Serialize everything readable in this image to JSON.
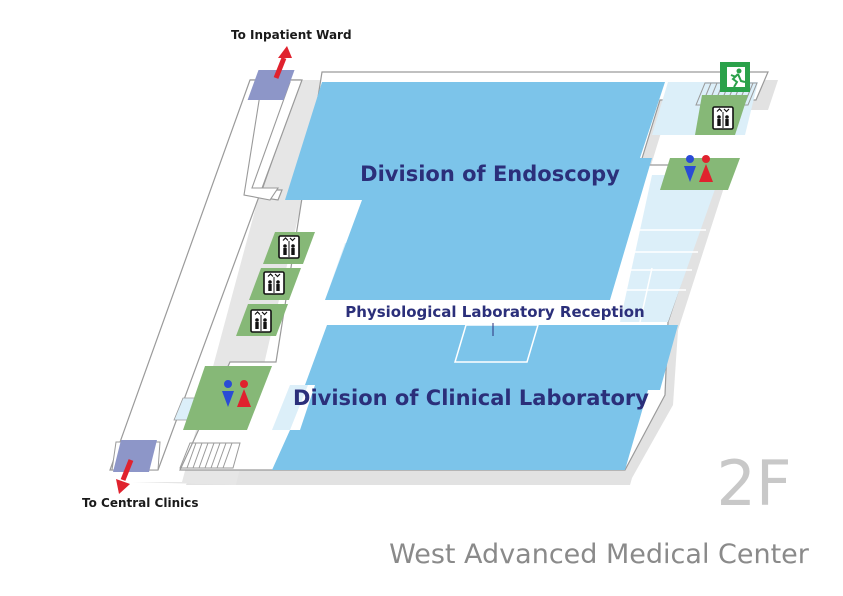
{
  "map": {
    "floor": "2F",
    "building": "West Advanced Medical Center",
    "directions": {
      "to_inpatient": "To Inpatient Ward",
      "to_central": "To Central Clinics"
    },
    "areas": {
      "endoscopy": "Division of Endoscopy",
      "reception": "Physiological Laboratory Reception",
      "clinical_lab": "Division of Clinical Laboratory"
    },
    "colors": {
      "department": "#7cc4ea",
      "light_area": "#dceff9",
      "facility_green": "#86b877",
      "connector": "#8d96c8",
      "arrow": "#e0222e",
      "label_navy": "#2b2f7a",
      "exit_green": "#2aa14a",
      "male": "#2a4bd6",
      "female": "#e0222e"
    },
    "icons": [
      "elevator-icon",
      "restroom-icon",
      "emergency-exit-icon",
      "staircase-icon",
      "direction-arrow-icon"
    ]
  }
}
